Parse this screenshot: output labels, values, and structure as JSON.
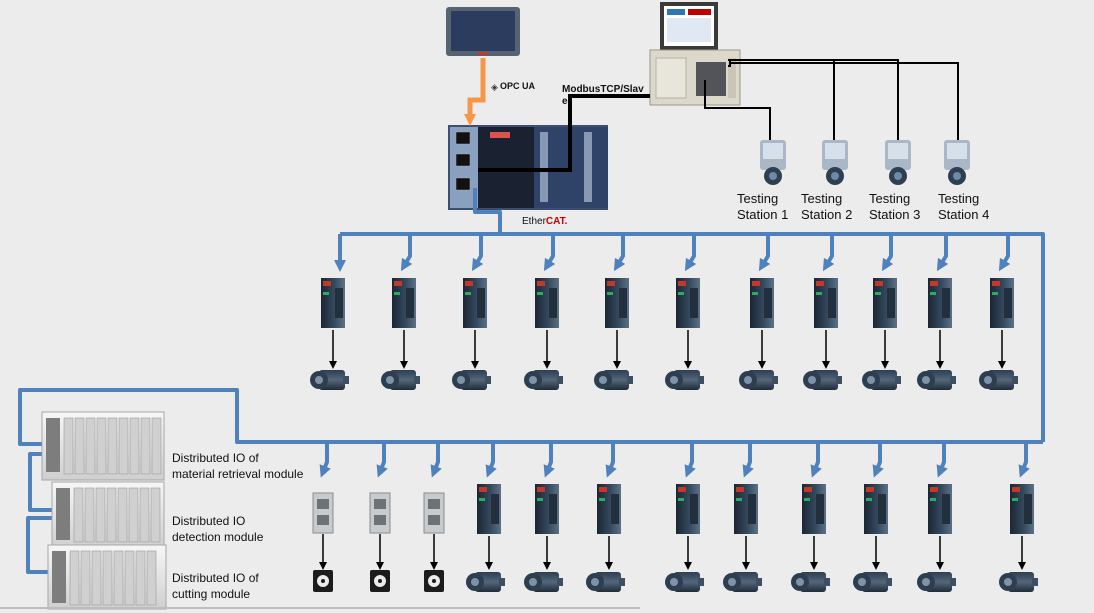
{
  "labels": {
    "opc": "OPC UA",
    "modbus_line1": "ModbusTCP/Slav",
    "modbus_line2": "e",
    "ethercat_prefix": "Ether",
    "ethercat_suffix": "CAT."
  },
  "testing_stations": [
    {
      "line1": "Testing",
      "line2": "Station 1"
    },
    {
      "line1": "Testing",
      "line2": "Station 2"
    },
    {
      "line1": "Testing",
      "line2": "Station 3"
    },
    {
      "line1": "Testing",
      "line2": "Station 4"
    }
  ],
  "io_modules": [
    {
      "line1": "Distributed IO of",
      "line2": "material retrieval module"
    },
    {
      "line1": "Distributed IO",
      "line2": "detection module"
    },
    {
      "line1": "Distributed IO of",
      "line2": "cutting module"
    }
  ],
  "colors": {
    "ethercat_bus": "#4f81bd",
    "opc_link": "#f79646",
    "modbus_link": "#000000",
    "background": "#ececec"
  },
  "icons": {
    "hmi": "touch-panel-icon",
    "ipc": "industrial-pc-icon",
    "plc": "plc-controller-icon",
    "camera": "camera-icon",
    "servo_drive": "servo-drive-icon",
    "servo_motor": "servo-motor-icon",
    "io_coupler": "io-coupler-icon",
    "stepper_motor": "stepper-motor-icon",
    "io_rack": "io-rack-icon"
  }
}
